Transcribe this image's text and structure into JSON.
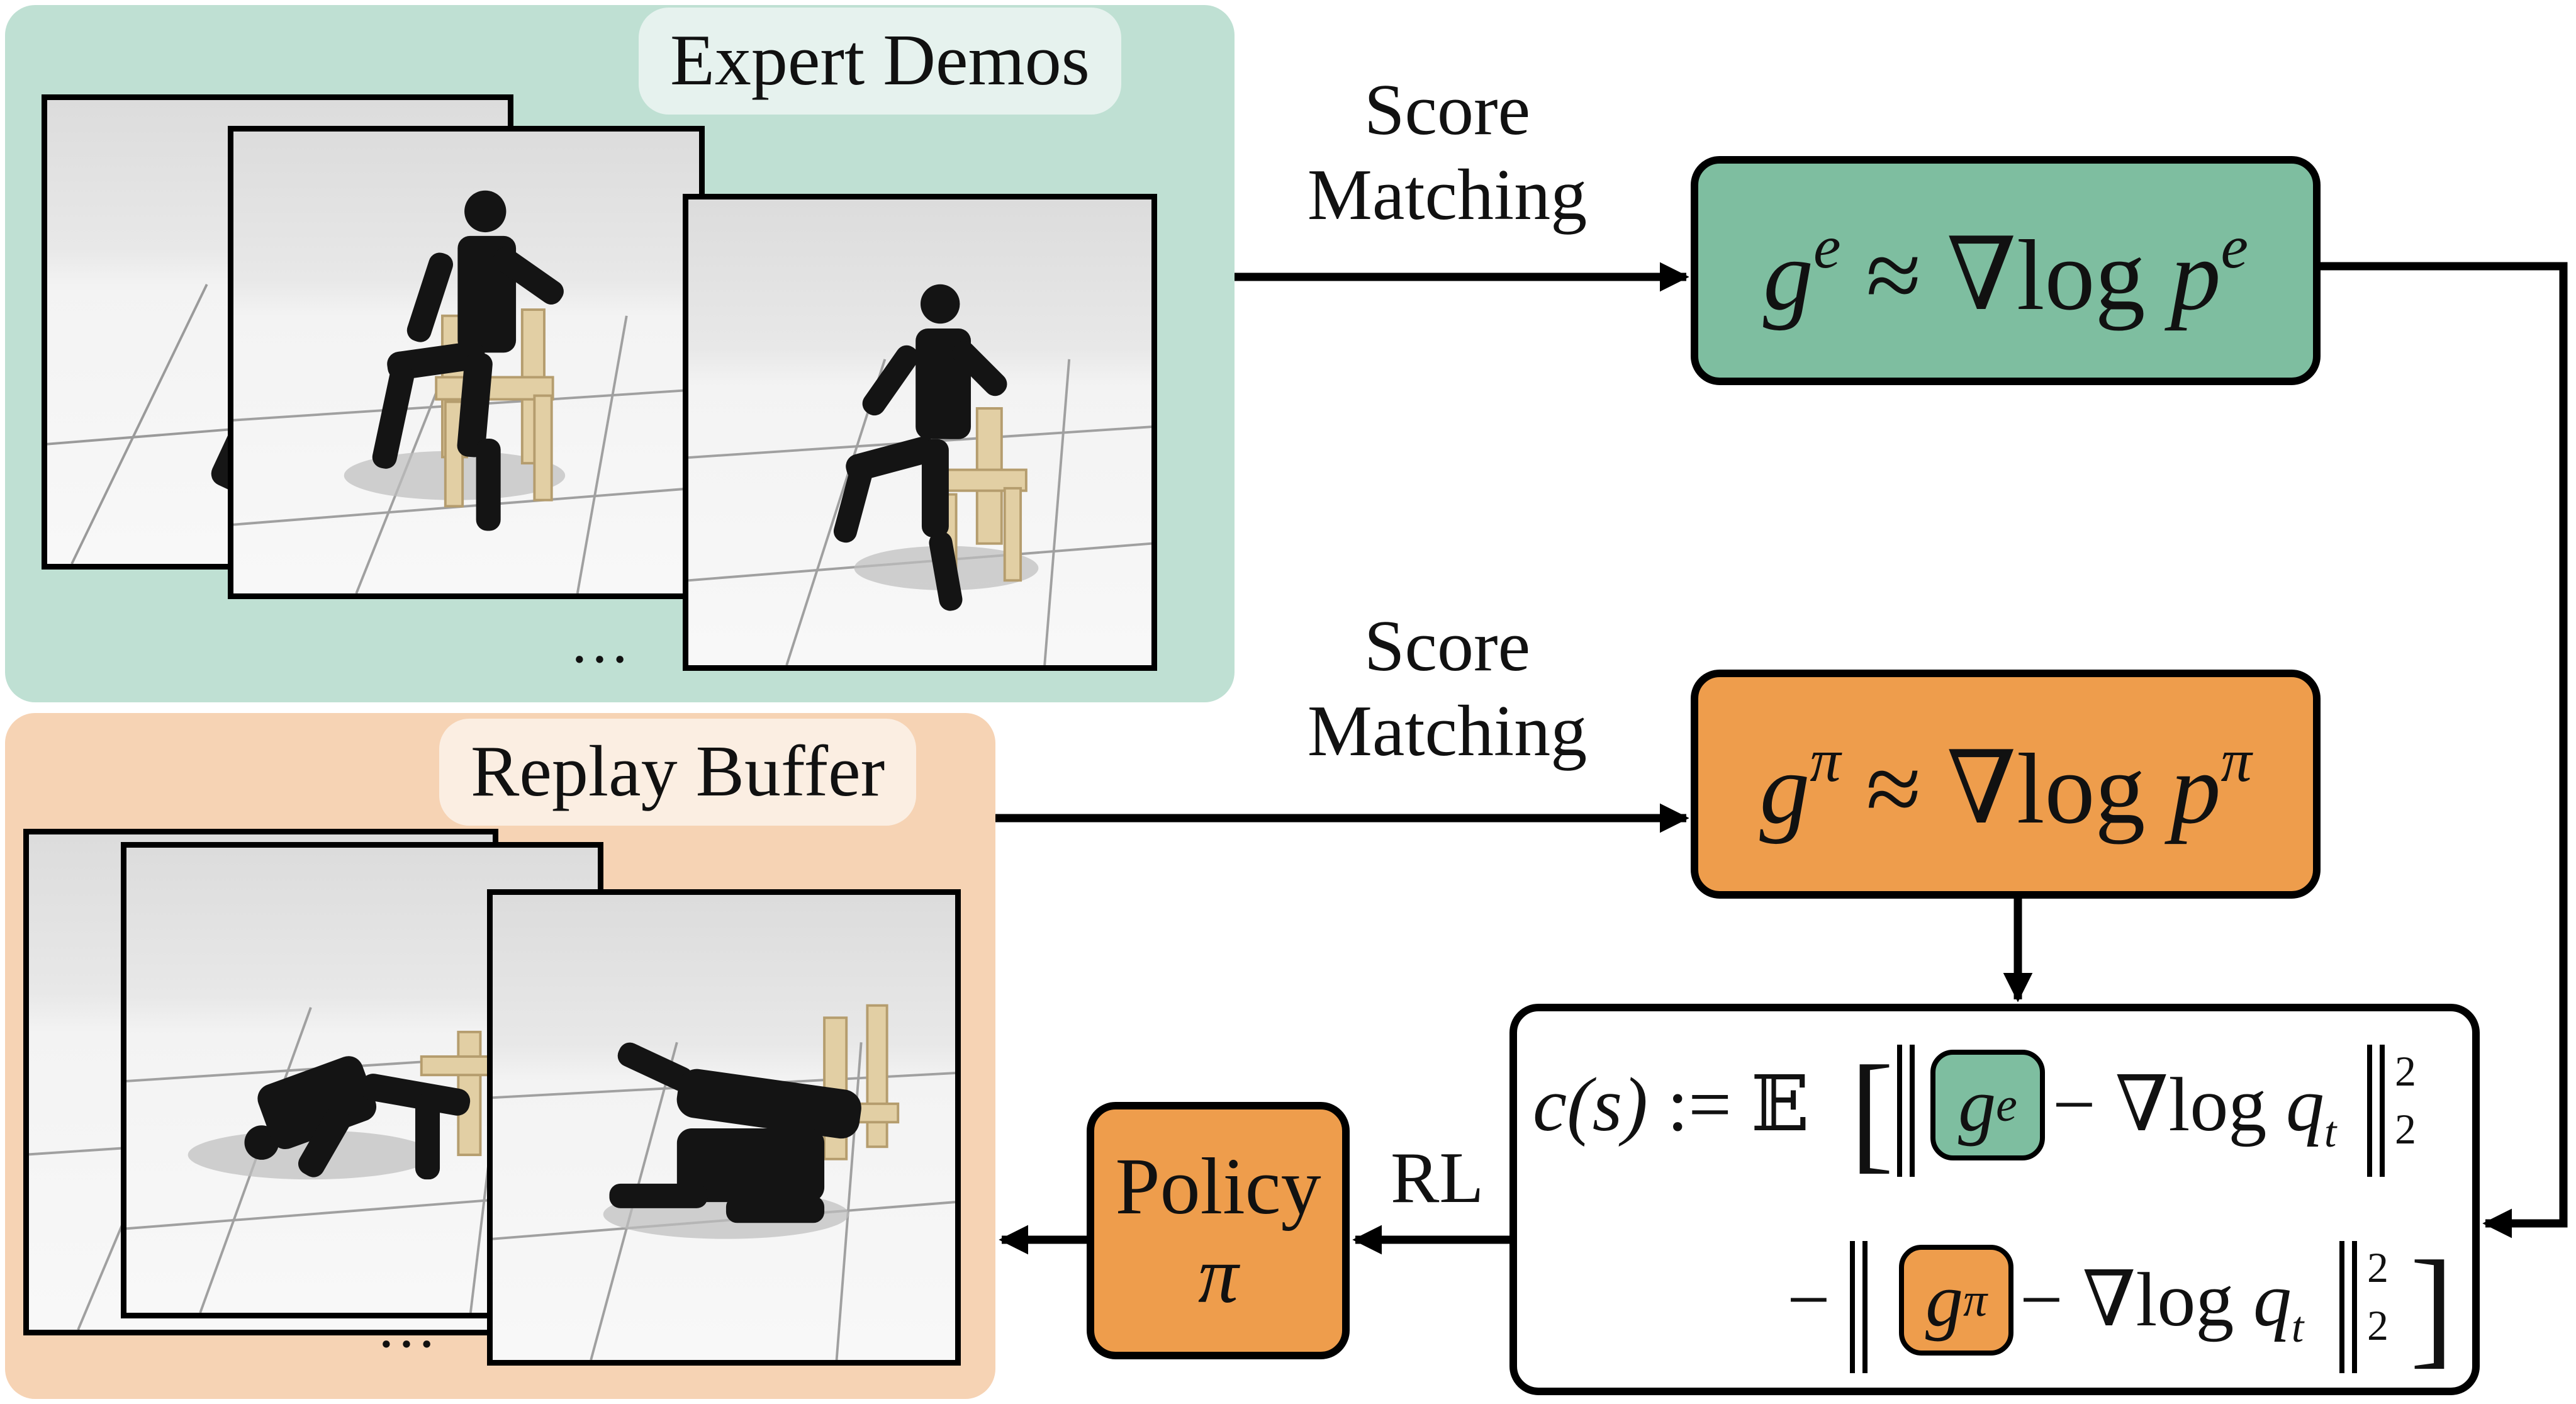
{
  "panels": {
    "expert": {
      "label": "Expert Demos",
      "ellipsis": "…",
      "color": "#bfe0d3"
    },
    "replay": {
      "label": "Replay Buffer",
      "ellipsis": "…",
      "color": "#f6d3b4"
    }
  },
  "edges": {
    "score_matching_top": [
      "Score",
      "Matching"
    ],
    "score_matching_bottom": [
      "Score",
      "Matching"
    ],
    "rl": "RL"
  },
  "nodes": {
    "ge": {
      "g": "g",
      "sup": "e",
      "approx": "≈",
      "nabla": "∇",
      "log": "log",
      "p": "p",
      "psup": "e",
      "color": "#7ebea0"
    },
    "gpi": {
      "g": "g",
      "sup": "π",
      "approx": "≈",
      "nabla": "∇",
      "log": "log",
      "p": "p",
      "psup": "π",
      "color": "#ee9d4c"
    },
    "policy": {
      "label": "Policy",
      "symbol": "π",
      "color": "#ee9d4c"
    }
  },
  "cost": {
    "lhs": "c(s)",
    "def": ":=",
    "expect": "𝔼",
    "open": "[",
    "close": "]",
    "minus": "−",
    "nabla_log": "∇log",
    "q": "q",
    "q_sub": "t",
    "sq_sup": "2",
    "sq_sub": "2",
    "ge_g": "g",
    "ge_sup": "e",
    "gpi_g": "g",
    "gpi_sup": "π"
  }
}
